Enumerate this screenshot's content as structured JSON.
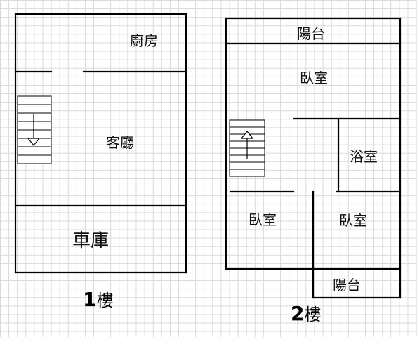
{
  "floor1": {
    "label_number": "1",
    "label_suffix": "樓",
    "rooms": {
      "kitchen": "廚房",
      "living_room": "客廳",
      "garage": "車庫"
    },
    "stair_direction": "down"
  },
  "floor2": {
    "label_number": "2",
    "label_suffix": "樓",
    "rooms": {
      "balcony_top": "陽台",
      "bedroom_top": "臥室",
      "bathroom": "浴室",
      "bedroom_left": "臥室",
      "bedroom_right": "臥室",
      "balcony_bottom": "陽台"
    },
    "stair_direction": "up"
  }
}
